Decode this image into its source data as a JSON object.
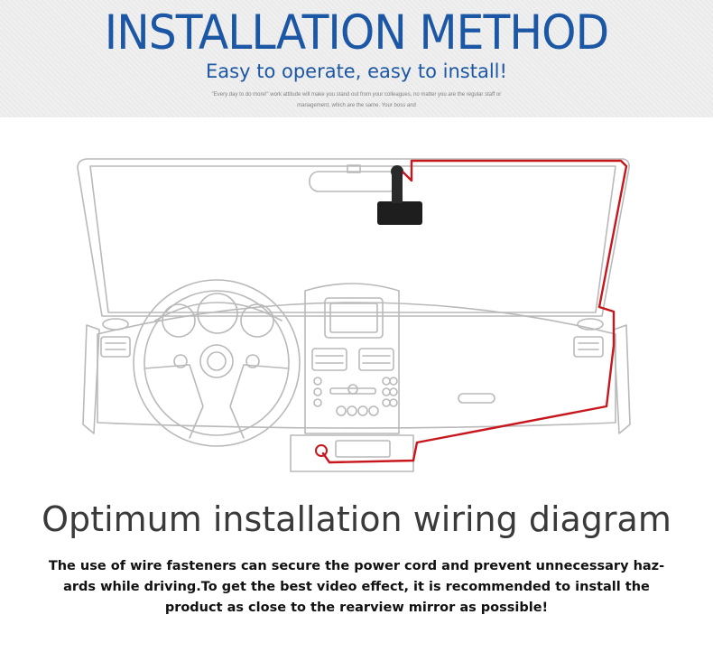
{
  "header": {
    "title": "INSTALLATION METHOD",
    "subtitle": "Easy to operate, easy to install!",
    "fine_print": "\"Every day to do more!\" work attitude will make you stand out from your colleagues, no matter you are the regular staff or management, which are the same. Your boss and"
  },
  "diagram": {
    "title": "Optimum installation wiring diagram",
    "description": "The use of wire fasteners can secure the power cord and prevent unnecessary haz- ards while driving.To get the best video effect, it is recommended to install the product as close to the rearview mirror as possible!",
    "colors": {
      "wire": "#c8161d",
      "outline": "#b9b9b9",
      "camera": "#1e1e1e",
      "heading": "#1c57a5"
    }
  }
}
